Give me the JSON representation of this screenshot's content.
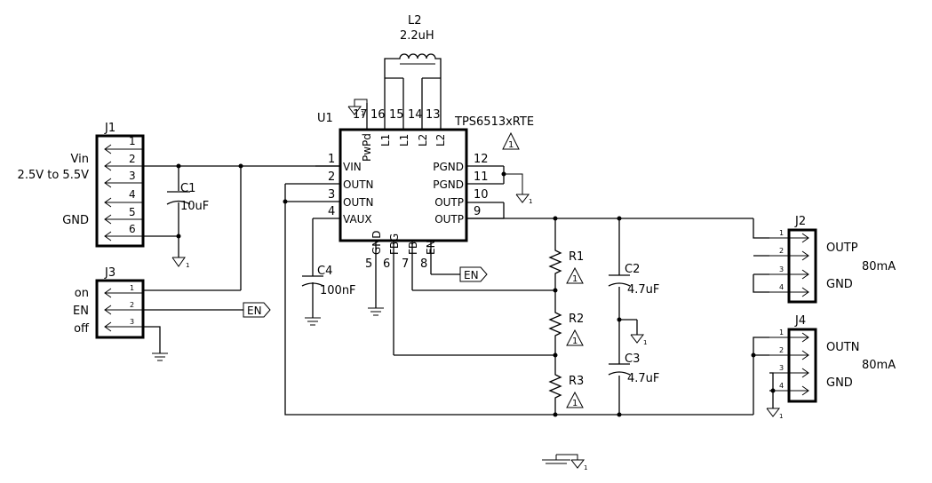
{
  "ic": {
    "ref": "U1",
    "part": "TPS6513xRTE",
    "pin_names": [
      "PwPd",
      "L1",
      "L1",
      "L2",
      "L2",
      "VIN",
      "OUTN",
      "OUTN",
      "VAUX",
      "PGND",
      "PGND",
      "OUTP",
      "OUTP",
      "GND",
      "FBG",
      "FB",
      "EN"
    ],
    "pin_numbers": [
      "17",
      "16",
      "15",
      "14",
      "13",
      "1",
      "2",
      "3",
      "4",
      "12",
      "11",
      "10",
      "9",
      "5",
      "6",
      "7",
      "8"
    ]
  },
  "inductor": {
    "ref": "L2",
    "value": "2.2uH"
  },
  "capacitors": [
    {
      "ref": "C1",
      "value": "10uF"
    },
    {
      "ref": "C4",
      "value": "100nF"
    },
    {
      "ref": "C2",
      "value": "4.7uF"
    },
    {
      "ref": "C3",
      "value": "4.7uF"
    }
  ],
  "resistors": [
    {
      "ref": "R1",
      "note": "1"
    },
    {
      "ref": "R2",
      "note": "1"
    },
    {
      "ref": "R3",
      "note": "1"
    }
  ],
  "connectors": {
    "J1": {
      "ref": "J1",
      "pins": [
        "1",
        "2",
        "3",
        "4",
        "5",
        "6"
      ],
      "label_vin": "Vin",
      "label_range": "2.5V to 5.5V",
      "label_gnd": "GND"
    },
    "J3": {
      "ref": "J3",
      "pins": [
        "1",
        "2",
        "3"
      ],
      "label_on": "on",
      "label_en": "EN",
      "label_off": "off"
    },
    "J2": {
      "ref": "J2",
      "pins": [
        "1",
        "2",
        "3",
        "4"
      ],
      "label_net": "OUTP",
      "label_current": "80mA",
      "label_gnd": "GND"
    },
    "J4": {
      "ref": "J4",
      "pins": [
        "1",
        "2",
        "3",
        "4"
      ],
      "label_net": "OUTN",
      "label_current": "80mA",
      "label_gnd": "GND"
    }
  },
  "net_flags": {
    "en_left": "EN",
    "en_right": "EN"
  },
  "notes": {
    "part_note": "1",
    "ground_sub": "1"
  }
}
